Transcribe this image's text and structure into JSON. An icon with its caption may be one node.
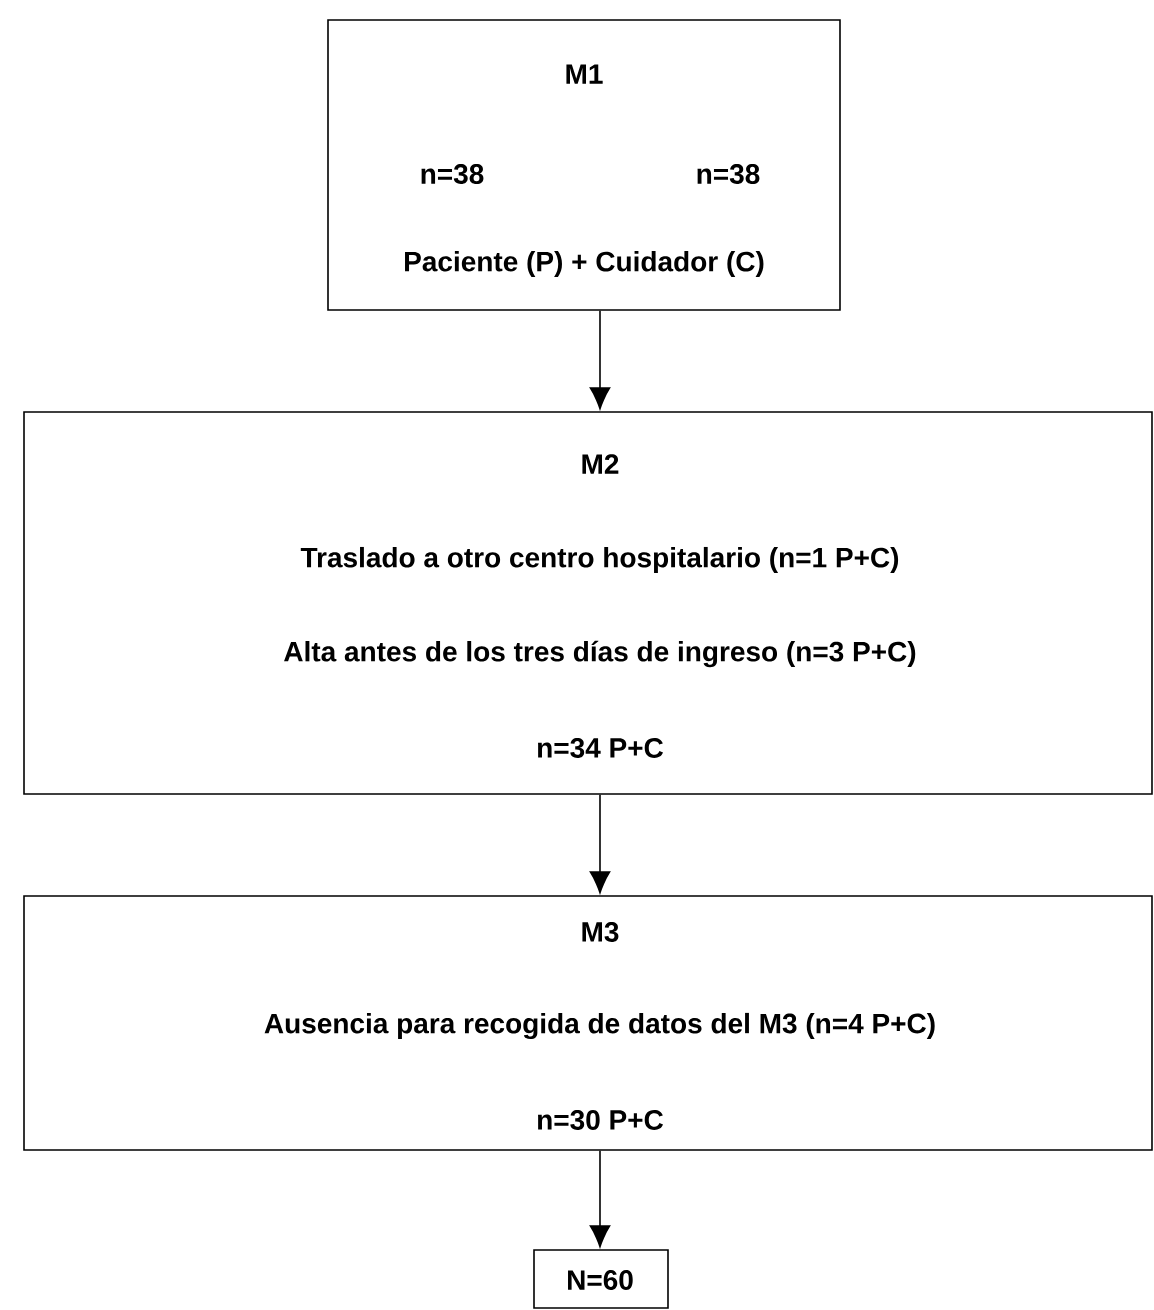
{
  "diagram": {
    "nodes": [
      {
        "text": [
          "M1",
          "n=38",
          "n=38",
          "Paciente (P) + Cuidador (C)"
        ]
      },
      {
        "text": [
          "M2",
          "Traslado a otro centro hospitalario (n=1 P+C)",
          "Alta antes de los tres días de ingreso (n=3 P+C)",
          "n=34 P+C"
        ]
      },
      {
        "text": [
          "M3",
          "Ausencia para recogida de datos del M3 (n=4 P+C)",
          "n=30 P+C"
        ]
      },
      {
        "text": [
          "N=60"
        ]
      }
    ],
    "edges": [
      {
        "from": 0,
        "to": 1,
        "arrow": "to"
      },
      {
        "from": 1,
        "to": 2,
        "arrow": "to"
      },
      {
        "from": 2,
        "to": 3,
        "arrow": "to"
      }
    ]
  }
}
